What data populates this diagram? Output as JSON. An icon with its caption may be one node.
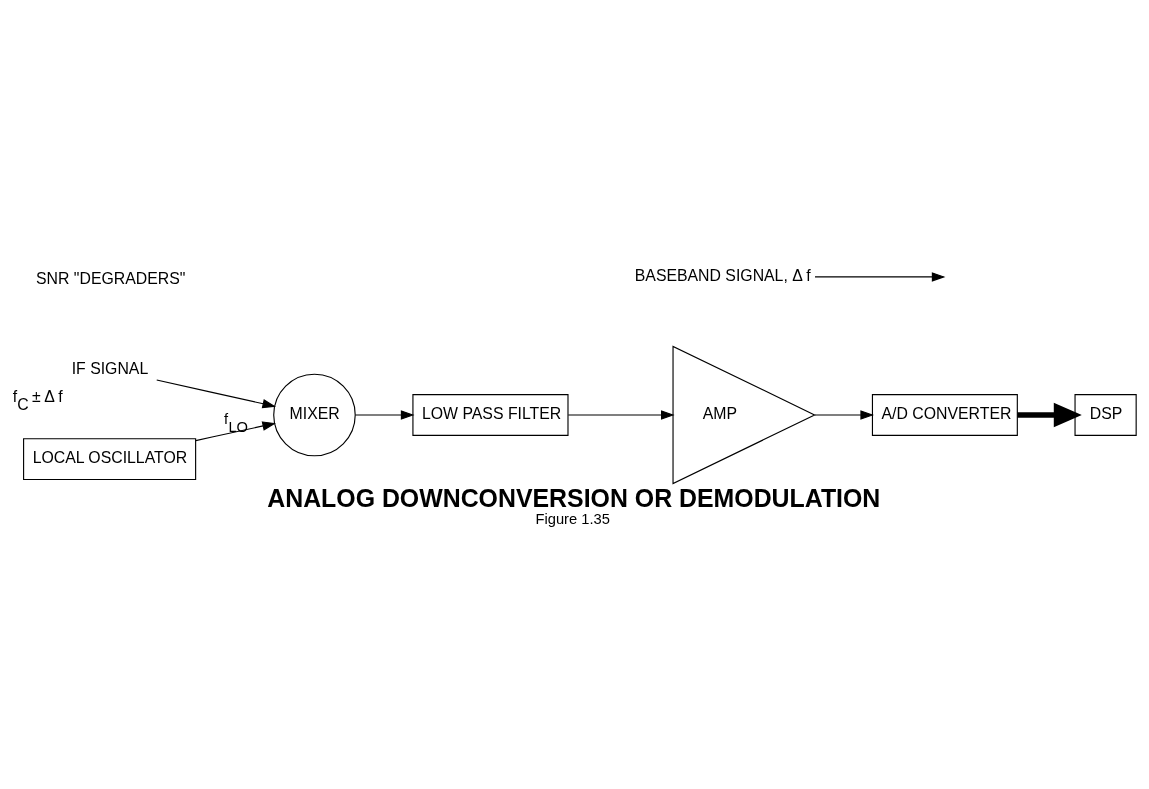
{
  "diagram": {
    "title": "ANALOG DOWNCONVERSION OR DEMODULATION",
    "caption": "Figure 1.35",
    "nodes": [
      {
        "text": [
          "IF SIGNAL"
        ],
        "beside": [
          "f$_{C}$ ± Δ f"
        ]
      },
      {
        "text": [
          "MIXER"
        ]
      },
      {
        "text": [
          "LOW PASS FILTER"
        ]
      },
      {
        "text": [
          "AMP"
        ]
      },
      {
        "text": [
          "A/D CONVERTER"
        ]
      },
      {
        "text": [
          "DSP"
        ]
      },
      {
        "text": [
          "LOCAL OSCILLATOR"
        ]
      },
      {
        "text": [
          "BASEBAND SIGNAL, Δ f"
        ]
      }
    ],
    "edges": [
      {
        "from": 0,
        "to": 1,
        "arrow": "to"
      },
      {
        "from": 6,
        "to": 1,
        "arrow": "to",
        "label": "f$_{LO}$"
      },
      {
        "from": 1,
        "to": 2,
        "arrow": "to"
      },
      {
        "from": 2,
        "to": 3,
        "arrow": "to"
      },
      {
        "from": 3,
        "to": 4,
        "arrow": "to"
      },
      {
        "from": 7,
        "to": null,
        "arrow": "to"
      },
      {
        "from": 4,
        "to": 5,
        "arrow": "to",
        "style": "thick"
      }
    ],
    "labels": [
      "SNR \"DEGRADERS\""
    ]
  }
}
